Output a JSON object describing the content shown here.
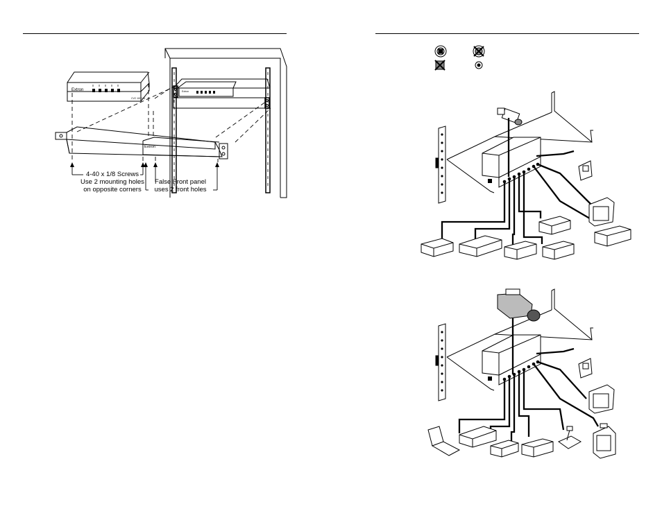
{
  "left_page": {
    "rack_figure": {
      "device_brand": "Extron",
      "device_model": "CVC 100 HD",
      "callouts": {
        "screws": [
          "4-40 x 1/8 Screws",
          "Use 2 mounting holes",
          "on opposite corners"
        ],
        "false_front": [
          "False Front panel",
          "uses 2 front holes"
        ]
      }
    }
  },
  "right_page": {
    "legend_icons": [
      "screen-icon",
      "x-connector-icon",
      "x-box-icon",
      "dial-icon"
    ],
    "application_diagrams": [
      {
        "name": "application-diagram-1",
        "camera": "small-camcorder"
      },
      {
        "name": "application-diagram-2",
        "camera": "broadcast-camera"
      }
    ]
  },
  "colors": {
    "ink": "#000000",
    "paper": "#ffffff"
  }
}
